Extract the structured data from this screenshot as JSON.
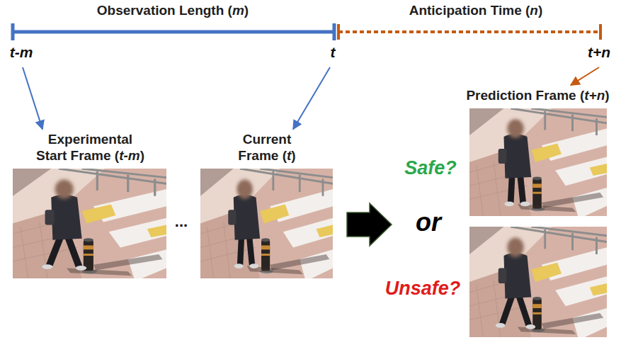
{
  "diagram": {
    "nodes": [
      {
        "text": [
          "Observation Length (m)"
        ]
      },
      {
        "text": [
          "Anticipation Time (n)"
        ]
      },
      {
        "text": [
          "Experimental Start Frame (t-m)"
        ]
      },
      {
        "text": [
          "Current Frame (t)"
        ]
      },
      {
        "text": [
          "Prediction Frame (t+n)"
        ]
      }
    ],
    "edges": [
      {
        "from": 0,
        "to": 2,
        "arrow": "to"
      },
      {
        "from": 0,
        "to": 3,
        "arrow": "to"
      },
      {
        "from": 1,
        "to": 4,
        "arrow": "to"
      }
    ],
    "labels": [
      "t-m",
      "t",
      "t+n",
      "...",
      "Safe?",
      "or",
      "Unsafe?"
    ]
  }
}
